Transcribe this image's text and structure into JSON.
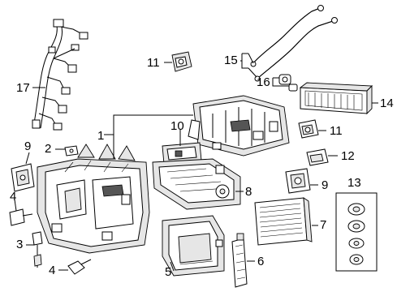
{
  "callouts": {
    "c1": "1",
    "c2": "2",
    "c3": "3",
    "c4a": "4",
    "c4b": "4",
    "c5": "5",
    "c6": "6",
    "c7": "7",
    "c8": "8",
    "c9a": "9",
    "c9b": "9",
    "c10": "10",
    "c11a": "11",
    "c11b": "11",
    "c12": "12",
    "c13": "13",
    "c14": "14",
    "c15": "15",
    "c16": "16",
    "c17": "17"
  }
}
